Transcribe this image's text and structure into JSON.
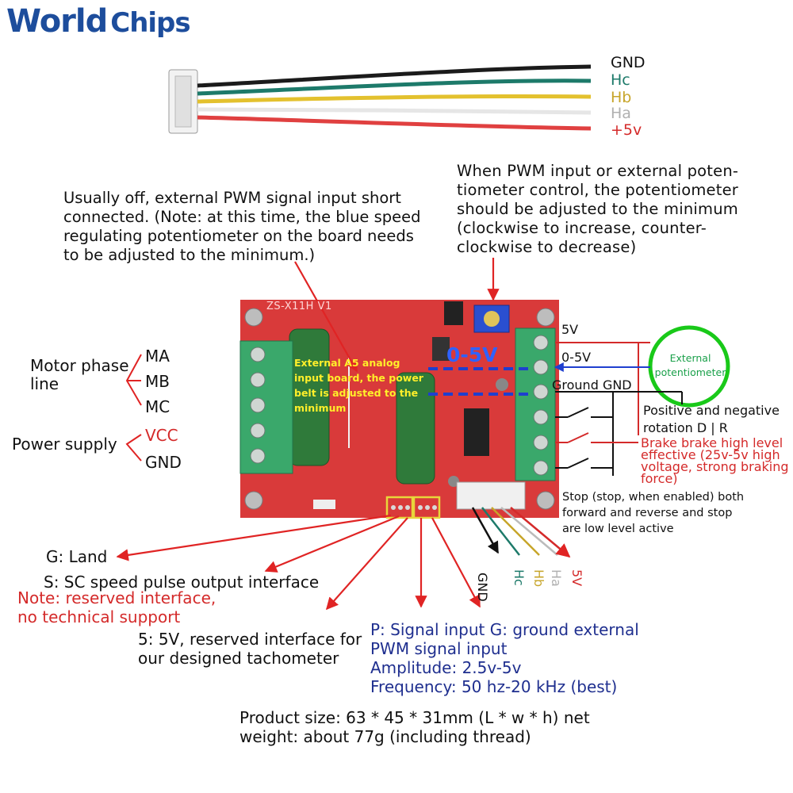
{
  "logo": {
    "brand": "World",
    "brand2": "Chips"
  },
  "hall_cable": {
    "labels": [
      {
        "text": "GND",
        "color": "#111111"
      },
      {
        "text": "Hc",
        "color": "#1d7a6a"
      },
      {
        "text": "Hb",
        "color": "#c7a52a"
      },
      {
        "text": "Ha",
        "color": "#b0b0b0"
      },
      {
        "text": "+5v",
        "color": "#d42a2a"
      }
    ]
  },
  "notes": {
    "pwm_short": [
      "Usually off, external PWM signal input short",
      "connected. (Note: at this time, the blue speed",
      "regulating potentiometer on the board needs",
      "to be adjusted to the minimum.)"
    ],
    "pot_note": [
      "When PWM input or external poten-",
      "tiometer control, the potentiometer",
      "should be adjusted to the minimum",
      "(clockwise to increase, counter-",
      "clockwise to decrease)"
    ],
    "pcb_note": "External A5 analog input board, the power belt is adjusted to the minimum"
  },
  "board": {
    "name": "ZS-X11H V1",
    "range": "0-5V"
  },
  "left_terminals": {
    "group1_label": [
      "Motor phase",
      "line"
    ],
    "phases": [
      "MA",
      "MB",
      "MC"
    ],
    "group2_label": "Power supply",
    "power": [
      {
        "text": "VCC",
        "color": "#d42a2a"
      },
      {
        "text": "GND",
        "color": "#111111"
      }
    ]
  },
  "right_terminals": {
    "pins": [
      "5V",
      "0-5V",
      "Ground GND"
    ],
    "external_pot": "External potentiometer",
    "direction": [
      "Positive and negative",
      "rotation D | R"
    ],
    "brake": [
      "Brake brake high level",
      "effective (25v-5v high",
      "voltage, strong braking",
      "force)"
    ],
    "stop": [
      "Stop (stop, when enabled) both",
      "forward and reverse and stop",
      "are low level active"
    ]
  },
  "bottom_hall": [
    {
      "text": "GND",
      "color": "#111111"
    },
    {
      "text": "Hc",
      "color": "#1d7a6a"
    },
    {
      "text": "Hb",
      "color": "#c7a52a"
    },
    {
      "text": "Ha",
      "color": "#b0b0b0"
    },
    {
      "text": "5V",
      "color": "#d42a2a"
    }
  ],
  "bottom_notes": {
    "g_land": "G: Land",
    "s_speed": "S: SC speed pulse output interface",
    "reserved": [
      "Note: reserved interface,",
      "no technical support"
    ],
    "five_v": [
      "5: 5V, reserved interface for",
      "our designed tachometer"
    ],
    "pwm_input": [
      "P: Signal input G: ground external",
      "PWM signal input",
      "Amplitude: 2.5v-5v",
      "Frequency: 50 hz-20 kHz (best)"
    ],
    "size": [
      "Product size: 63 * 45 * 31mm (L * w * h) net",
      "weight: about 77g (including thread)"
    ]
  },
  "colors": {
    "pcb": "#d93a3a",
    "terminal": "#3aa86b",
    "arrow_red": "#e02424",
    "navy": "#1f2f8f",
    "accent_green": "#19c919"
  }
}
